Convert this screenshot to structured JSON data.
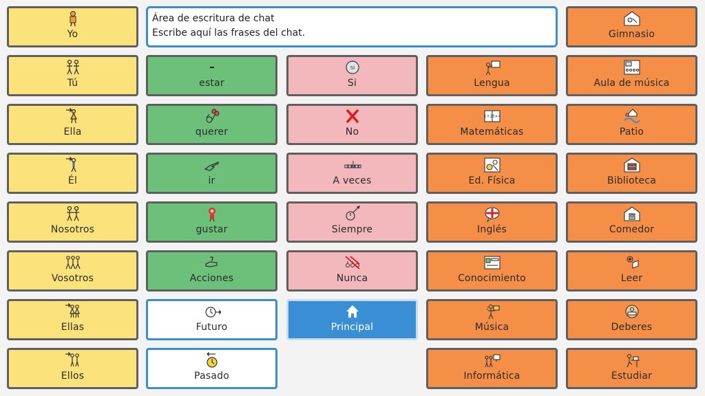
{
  "chat": {
    "title": "Área de escritura de chat",
    "hint": "Escribe aquí las frases del chat."
  },
  "colors": {
    "pronoun": "#fbe27b",
    "verb": "#6cc07a",
    "adverb": "#f2b8bb",
    "place": "#f58e46",
    "home": "#3a8fd4"
  },
  "col1": [
    {
      "label": "Yo",
      "icon": "person-icon"
    },
    {
      "label": "Tú",
      "icon": "two-people-icon"
    },
    {
      "label": "Ella",
      "icon": "girl-icon"
    },
    {
      "label": "Él",
      "icon": "boy-icon"
    },
    {
      "label": "Nosotros",
      "icon": "group-icon"
    },
    {
      "label": "Vosotros",
      "icon": "group-icon"
    },
    {
      "label": "Ellas",
      "icon": "girls-icon"
    },
    {
      "label": "Ellos",
      "icon": "boys-icon"
    }
  ],
  "col2": [
    {
      "label": "estar",
      "icon": "dash-icon"
    },
    {
      "label": "querer",
      "icon": "want-icon"
    },
    {
      "label": "ir",
      "icon": "pointing-hand-icon"
    },
    {
      "label": "gustar",
      "icon": "like-icon"
    },
    {
      "label": "Acciones",
      "icon": "hand-icon"
    },
    {
      "label": "Futuro",
      "icon": "clock-forward-icon"
    },
    {
      "label": "Pasado",
      "icon": "clock-back-icon"
    }
  ],
  "col3": [
    {
      "label": "Si",
      "icon": "yes-icon"
    },
    {
      "label": "No",
      "icon": "cross-icon"
    },
    {
      "label": "A veces",
      "icon": "sometimes-icon"
    },
    {
      "label": "Siempre",
      "icon": "always-icon"
    },
    {
      "label": "Nunca",
      "icon": "never-icon"
    },
    {
      "label": "Principal",
      "icon": "home-icon"
    }
  ],
  "col4": [
    {
      "label": "Lengua",
      "icon": "lesson-icon"
    },
    {
      "label": "Matemáticas",
      "icon": "math-icon"
    },
    {
      "label": "Ed. Física",
      "icon": "sports-icon"
    },
    {
      "label": "Inglés",
      "icon": "english-flag-icon"
    },
    {
      "label": "Conocimiento",
      "icon": "knowledge-icon"
    },
    {
      "label": "Música",
      "icon": "music-icon"
    },
    {
      "label": "Informática",
      "icon": "computer-icon"
    }
  ],
  "col5": [
    {
      "label": "Gimnasio",
      "icon": "gym-icon"
    },
    {
      "label": "Aula de música",
      "icon": "music-room-icon"
    },
    {
      "label": "Patio",
      "icon": "playground-icon"
    },
    {
      "label": "Biblioteca",
      "icon": "library-icon"
    },
    {
      "label": "Comedor",
      "icon": "dining-icon"
    },
    {
      "label": "Leer",
      "icon": "read-icon"
    },
    {
      "label": "Deberes",
      "icon": "homework-icon"
    },
    {
      "label": "Estudiar",
      "icon": "study-icon"
    }
  ]
}
